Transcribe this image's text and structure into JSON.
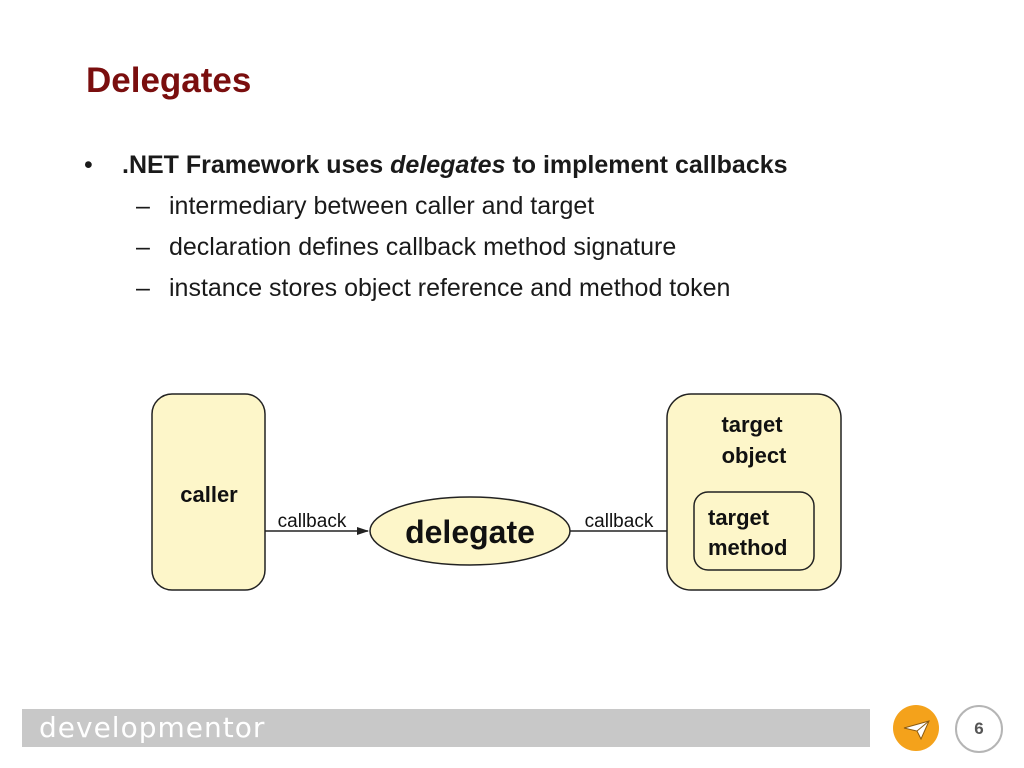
{
  "slide": {
    "title": "Delegates"
  },
  "bullets": {
    "main": {
      "marker": "•",
      "prefix": ".NET Framework uses ",
      "emphasis": "delegates",
      "suffix": " to implement callbacks"
    },
    "sub": [
      {
        "marker": "–",
        "text": "intermediary between caller and target"
      },
      {
        "marker": "–",
        "text": "declaration defines callback method signature"
      },
      {
        "marker": "–",
        "text": "instance stores object reference and method token"
      }
    ]
  },
  "diagram": {
    "caller_label": "caller",
    "delegate_label": "delegate",
    "left_arrow_label": "callback",
    "right_arrow_label": "callback",
    "target_object_line1": "target",
    "target_object_line2": "object",
    "target_method_line1": "target",
    "target_method_line2": "method",
    "fill_color": "#fdf6c9",
    "stroke_color": "#222222"
  },
  "footer": {
    "brand": "developmentor",
    "page_number": "6",
    "logo_icon": "paper-plane-icon",
    "accent_color": "#f4a21b",
    "bar_color": "#c8c8c8"
  }
}
